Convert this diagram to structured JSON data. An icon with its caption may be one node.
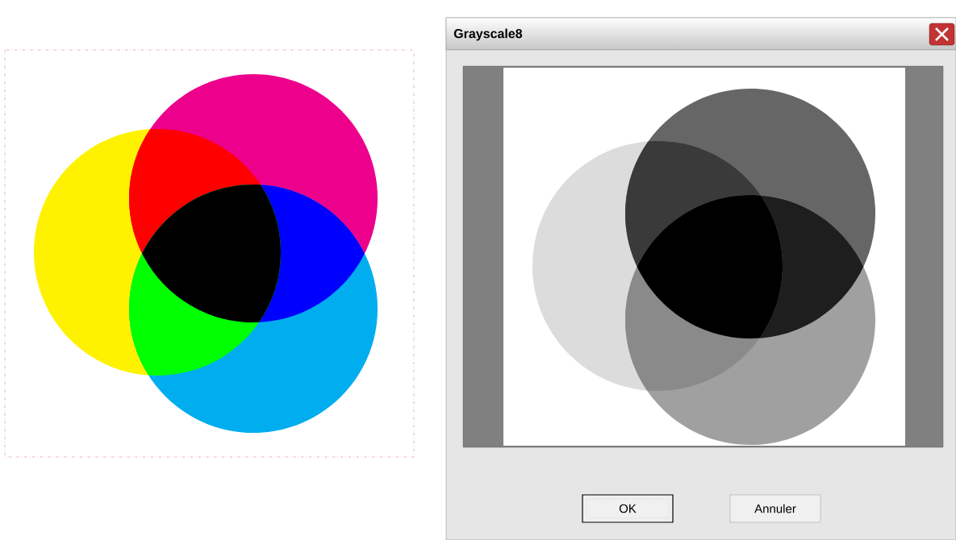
{
  "diagram": {
    "title": "Grayscale8",
    "labels": [
      "OK",
      "Annuler"
    ]
  }
}
